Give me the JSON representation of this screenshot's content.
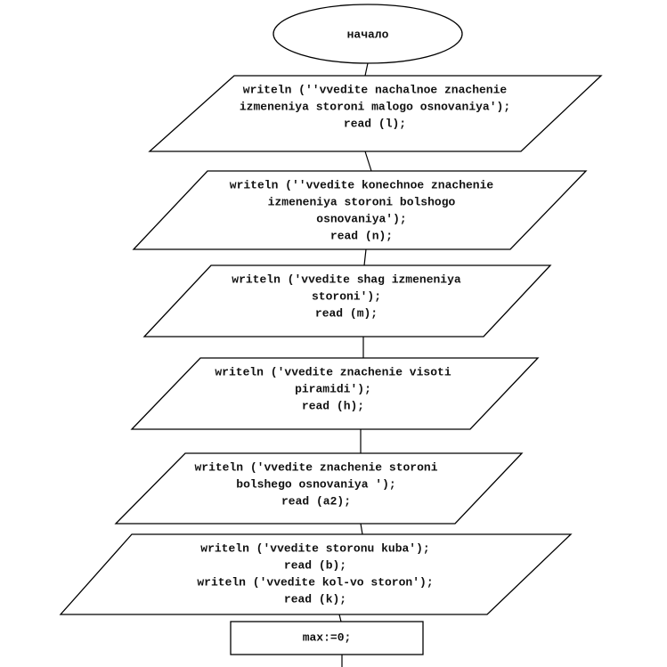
{
  "flowchart": {
    "start": {
      "label": "начало"
    },
    "blocks": [
      {
        "type": "io",
        "lines": [
          "writeln (''vvedite nachalnoe znachenie",
          "izmeneniya storoni malogo osnovaniya');",
          "read (l);"
        ]
      },
      {
        "type": "io",
        "lines": [
          "writeln (''vvedite konechnoe znachenie",
          "izmeneniya storoni bolshogo",
          "osnovaniya');",
          "read (n);"
        ]
      },
      {
        "type": "io",
        "lines": [
          "writeln ('vvedite shag izmeneniya",
          "storoni');",
          "read (m);"
        ]
      },
      {
        "type": "io",
        "lines": [
          "writeln ('vvedite znachenie  visoti",
          "piramidi');",
          "read (h);"
        ]
      },
      {
        "type": "io",
        "lines": [
          "writeln ('vvedite znachenie storoni",
          "bolshego osnovaniya ');",
          "read (a2);"
        ]
      },
      {
        "type": "io",
        "lines": [
          "writeln ('vvedite storonu kuba');",
          "read (b);",
          "writeln ('vvedite kol-vo storon');",
          "read (k);"
        ]
      },
      {
        "type": "process",
        "lines": [
          "max:=0;"
        ]
      }
    ]
  }
}
